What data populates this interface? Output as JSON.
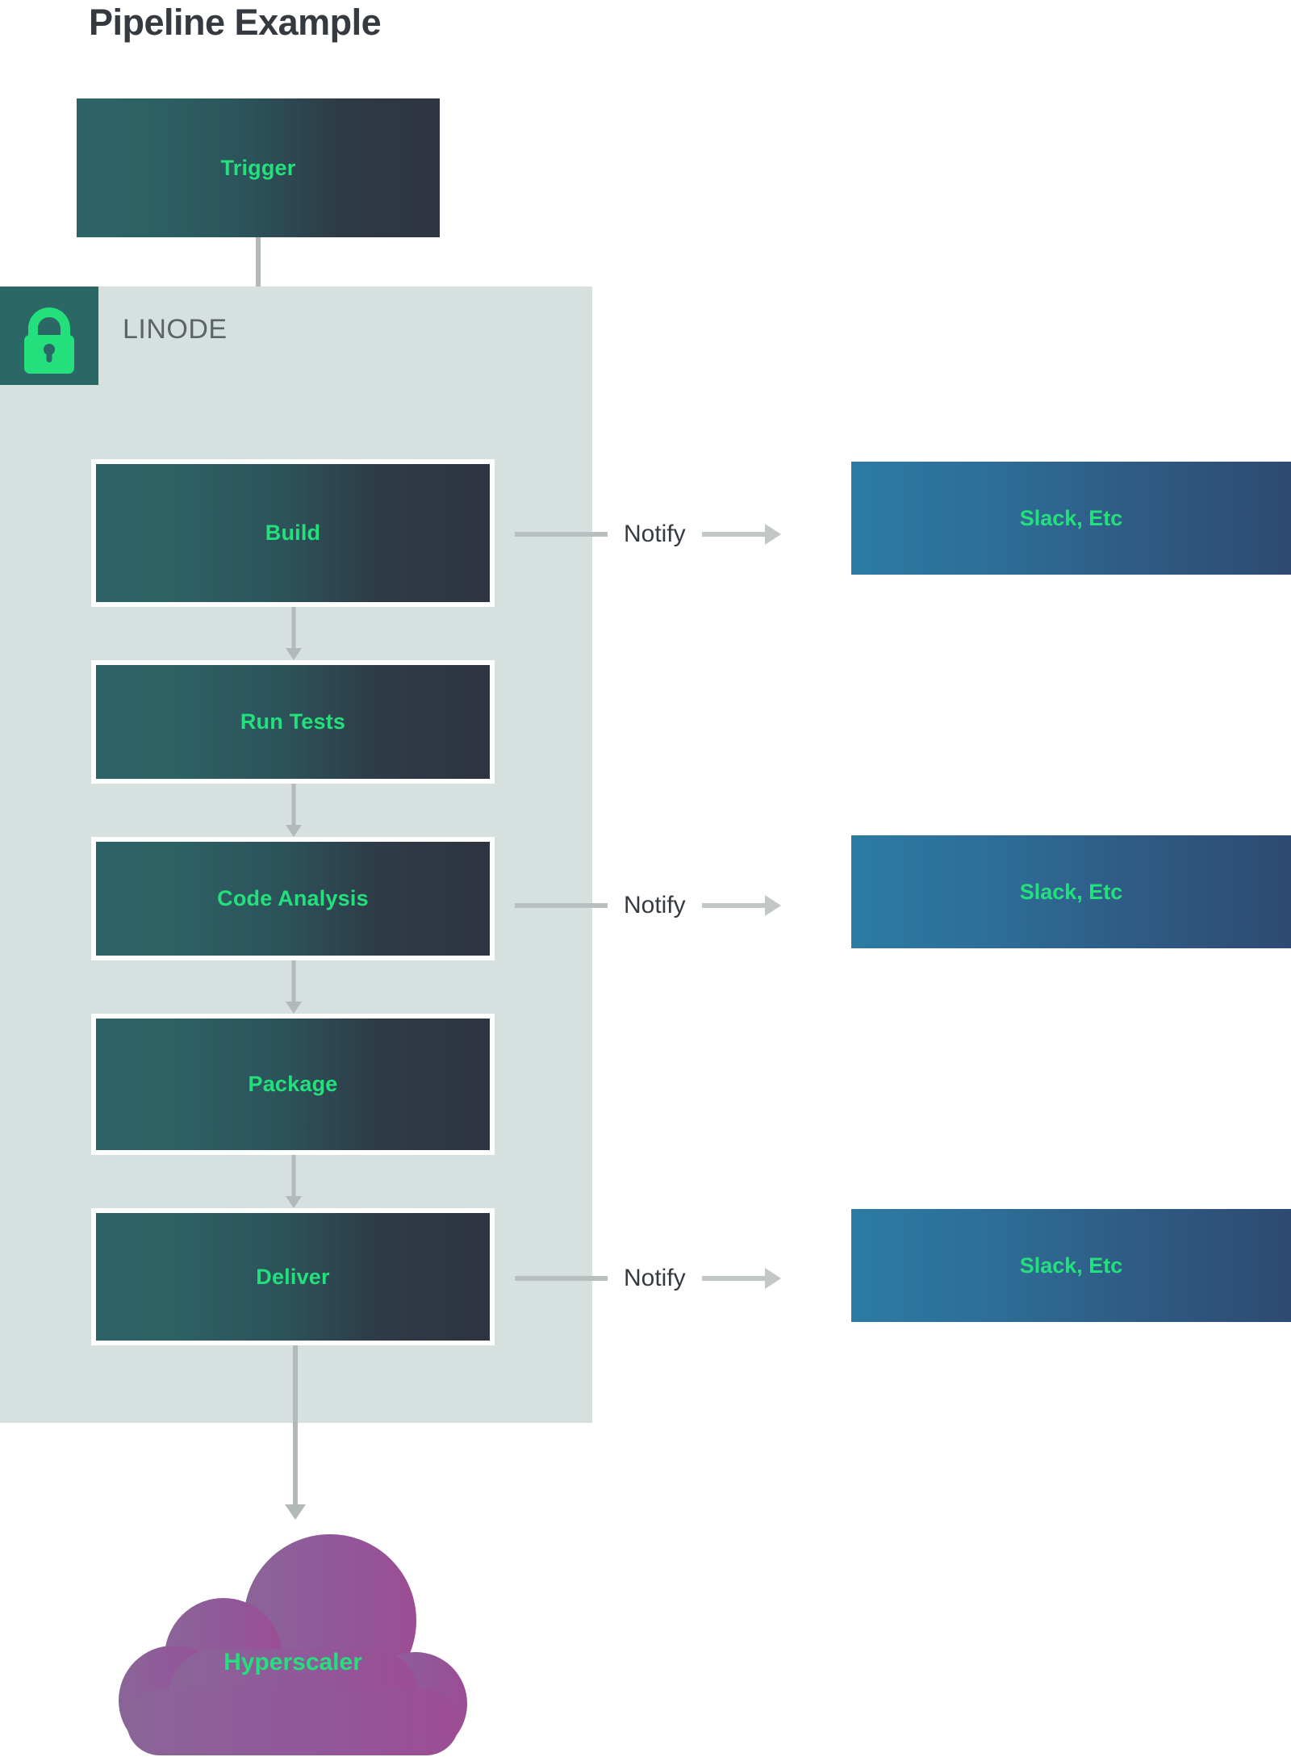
{
  "title": "Pipeline Example",
  "colors": {
    "accent_green": "#23e07d",
    "title_text": "#343a40",
    "zone_background": "#d6e0df",
    "zone_badge": "#2b6764",
    "stage_gradient_start": "#2d6366",
    "stage_gradient_end": "#2e3440",
    "notify_gradient_start": "#2b7ba3",
    "notify_gradient_end": "#2e4a72",
    "cloud_gradient_start": "#8a6597",
    "cloud_gradient_end": "#9c4d93",
    "connector_gray": "#b3b8b8",
    "label_gray": "#5d6466"
  },
  "trigger": {
    "label": "Trigger"
  },
  "zone": {
    "label": "LINODE",
    "icon": "lock-icon"
  },
  "stages": [
    {
      "label": "Build"
    },
    {
      "label": "Run Tests"
    },
    {
      "label": "Code Analysis"
    },
    {
      "label": "Package"
    },
    {
      "label": "Deliver"
    }
  ],
  "notifications": [
    {
      "edge_label": "Notify",
      "target_label": "Slack, Etc",
      "from_stage": "Build"
    },
    {
      "edge_label": "Notify",
      "target_label": "Slack, Etc",
      "from_stage": "Code Analysis"
    },
    {
      "edge_label": "Notify",
      "target_label": "Slack, Etc",
      "from_stage": "Deliver"
    }
  ],
  "cloud": {
    "label": "Hyperscaler"
  }
}
